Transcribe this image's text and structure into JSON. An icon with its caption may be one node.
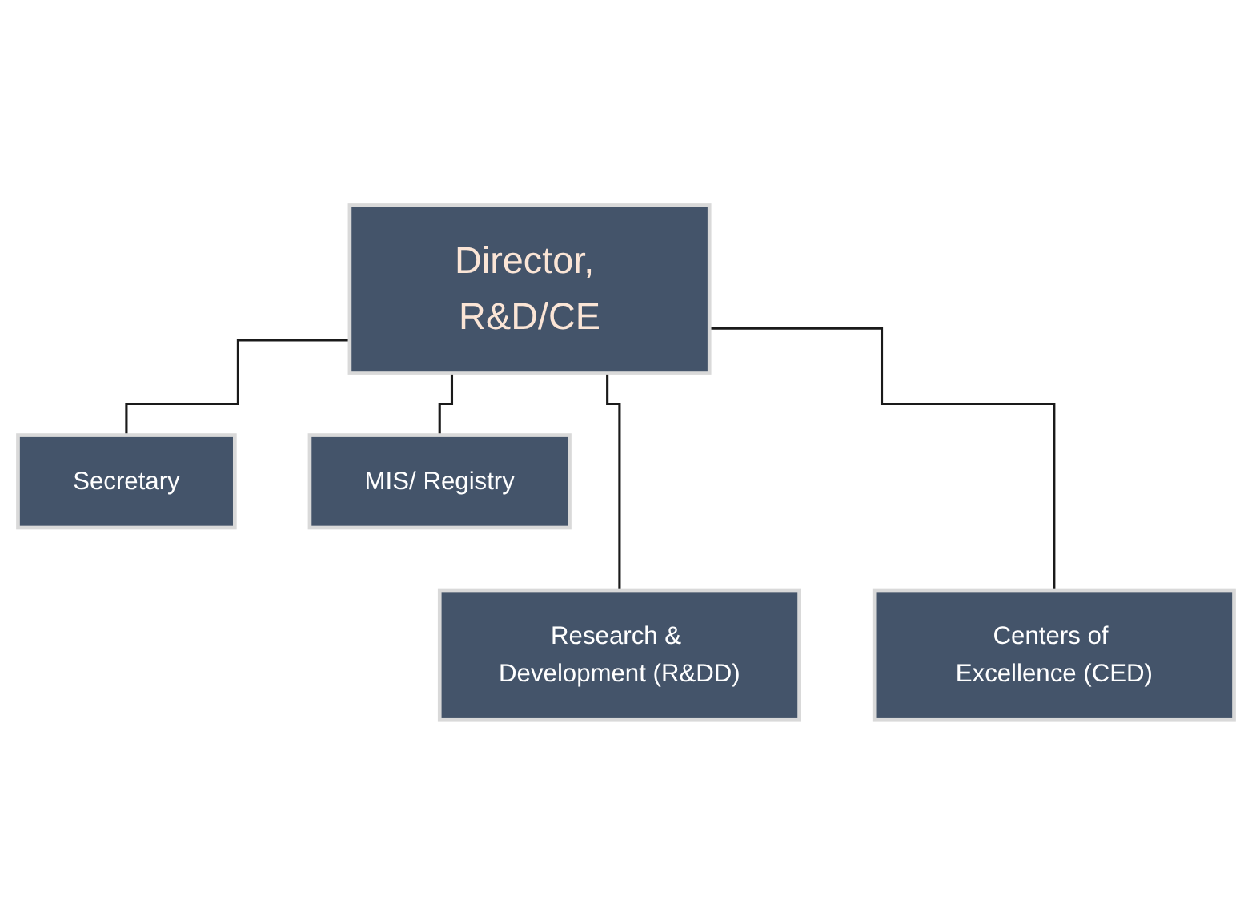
{
  "diagram": {
    "nodes": [
      {
        "text": [
          "Director, R&D/CE"
        ]
      },
      {
        "text": [
          "Secretary"
        ]
      },
      {
        "text": [
          "MIS/ Registry"
        ]
      },
      {
        "text": [
          "Research & Development (R&DD)"
        ]
      },
      {
        "text": [
          "Centers of Excellence (CED)"
        ]
      }
    ],
    "edges": [
      {
        "from": 0,
        "to": 1,
        "arrow": "none"
      },
      {
        "from": 0,
        "to": 2,
        "arrow": "none"
      },
      {
        "from": 0,
        "to": 3,
        "arrow": "none"
      },
      {
        "from": 0,
        "to": 4,
        "arrow": "none"
      }
    ]
  }
}
